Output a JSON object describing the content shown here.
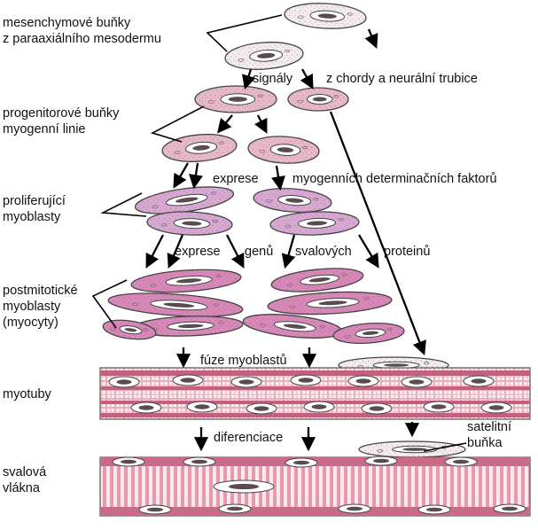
{
  "colors": {
    "pale_cell": "#f4ecec",
    "pink_cell": "#e7b9c8",
    "lilac_cell": "#d7a8d2",
    "magenta_cell": "#d788b8",
    "nucleus": "#ffffff",
    "nucleus_dark": "#5a4a52",
    "tube_fill": "#e4a7b8",
    "tube_band": "#b04a6a",
    "outline": "#444444",
    "arrow": "#000000"
  },
  "labels": {
    "mesenchymal_1": "mesenchymové buňky",
    "mesenchymal_2": "z paraaxiálního mesodermu",
    "signals_1": "signály",
    "signals_2": "z chordy a neurální trubice",
    "progenitor_1": "progenitorové buňky",
    "progenitor_2": "myogenní linie",
    "expression_1": "exprese",
    "expression_2": "myogenních determinačních faktorů",
    "proliferating_1": "proliferující",
    "proliferating_2": "myoblasty",
    "genes_1": "exprese",
    "genes_2": "genů",
    "genes_3": "svalových",
    "genes_4": "proteinů",
    "postmitotic_1": "postmitotické",
    "postmitotic_2": "myoblasty",
    "postmitotic_3": "(myocyty)",
    "fusion": "fúze myoblastů",
    "myotubes": "myotuby",
    "differentiation": "diferenciace",
    "satellite_1": "satelitní",
    "satellite_2": "buňka",
    "fibers_1": "svalová",
    "fibers_2": "vlákna"
  }
}
